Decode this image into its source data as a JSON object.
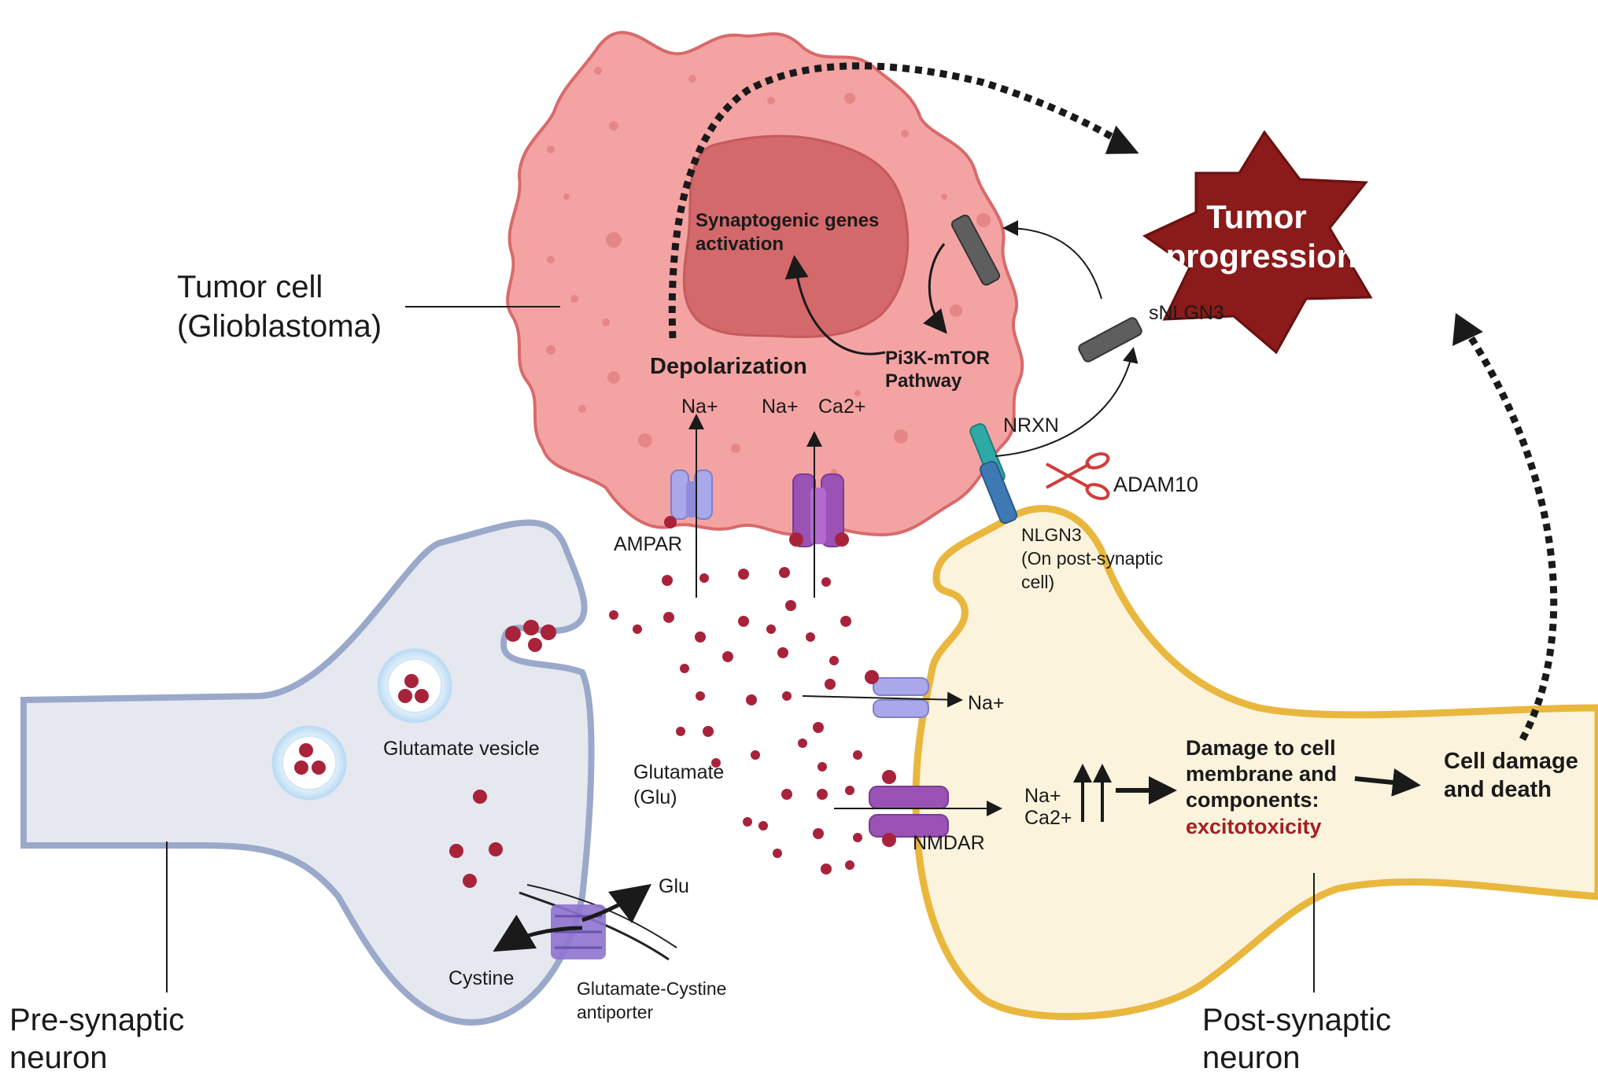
{
  "labels": {
    "tumor_cell_line1": "Tumor cell",
    "tumor_cell_line2": "(Glioblastoma)",
    "tumor_progression_line1": "Tumor",
    "tumor_progression_line2": "progression",
    "synaptogenic_line1": "Synaptogenic genes",
    "synaptogenic_line2": "activation",
    "depolarization": "Depolarization",
    "pi3k_line1": "Pi3K-mTOR",
    "pi3k_line2": "Pathway",
    "na_ampar": "Na+",
    "na_nmdar_tumor": "Na+",
    "ca_nmdar_tumor": "Ca2+",
    "snlgn3": "sNLGN3",
    "nrxn": "NRXN",
    "adam10": "ADAM10",
    "nlgn3_line1": "NLGN3",
    "nlgn3_line2": "(On post-synaptic",
    "nlgn3_line3": "cell)",
    "ampar": "AMPAR",
    "glutamate_vesicle": "Glutamate vesicle",
    "glutamate_line1": "Glutamate",
    "glutamate_line2": "(Glu)",
    "na_post": "Na+",
    "nmdar": "NMDAR",
    "na_influx": "Na+",
    "ca_influx": "Ca2+",
    "damage_line1": "Damage to cell",
    "damage_line2": "membrane and",
    "damage_line3": "components:",
    "excitotoxicity": "excitotoxicity",
    "cell_damage_line1": "Cell damage",
    "cell_damage_line2": "and death",
    "glu": "Glu",
    "cystine": "Cystine",
    "antiporter_line1": "Glutamate-Cystine",
    "antiporter_line2": "antiporter",
    "presyn_line1": "Pre-synaptic",
    "presyn_line2": "neuron",
    "postsyn_line1": "Post-synaptic",
    "postsyn_line2": "neuron"
  },
  "colors": {
    "tumor_fill": "#f4a3a3",
    "tumor_stroke": "#d96a6a",
    "nucleus_fill": "#d4696b",
    "presyn_fill": "#e6e8f0",
    "presyn_stroke": "#9aa9c9",
    "postsyn_fill": "#fbf3dc",
    "postsyn_stroke": "#e9b73d",
    "glutamate_dot": "#a8233a",
    "star_fill": "#8b1a1a",
    "receptor_light": "#a9a8ea",
    "receptor_dark": "#9a52b5"
  }
}
